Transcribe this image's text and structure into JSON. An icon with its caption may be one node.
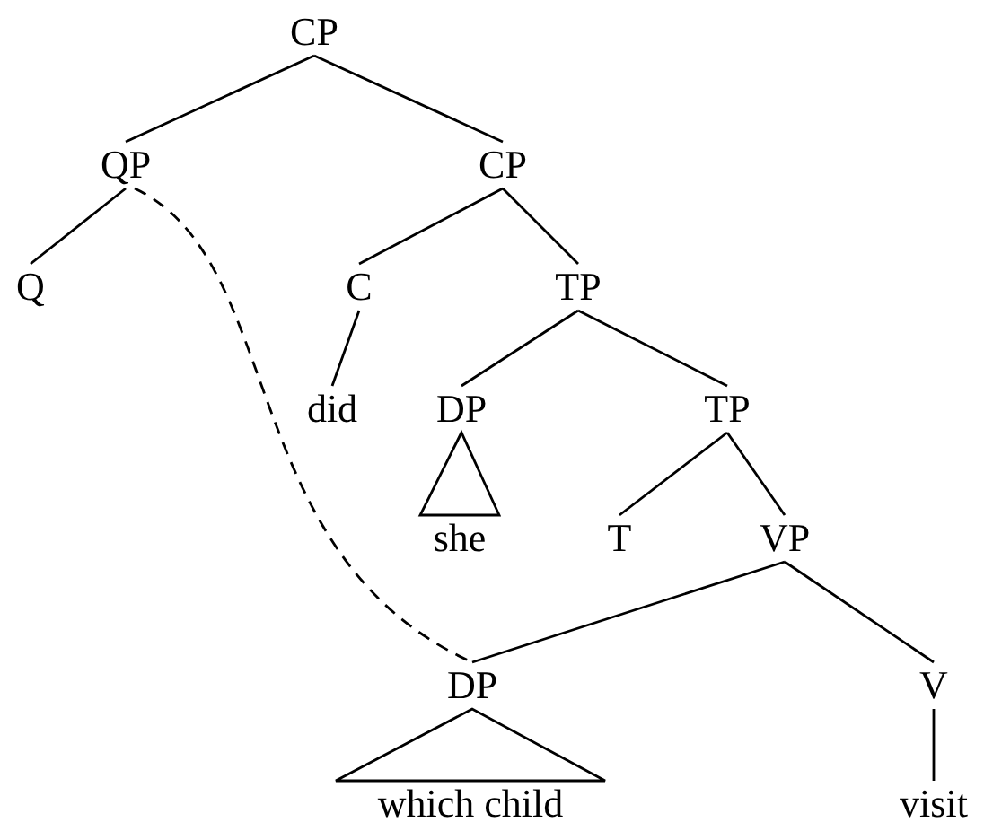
{
  "diagram": {
    "nodes": [
      {
        "text": [
          "CP"
        ]
      },
      {
        "text": [
          "QP"
        ]
      },
      {
        "text": [
          "CP"
        ]
      },
      {
        "text": [
          "Q"
        ]
      },
      {
        "text": [
          "C"
        ]
      },
      {
        "text": [
          "TP"
        ]
      },
      {
        "text": [
          "did"
        ]
      },
      {
        "text": [
          "DP"
        ]
      },
      {
        "text": [
          "TP"
        ]
      },
      {
        "text": [
          "she"
        ]
      },
      {
        "text": [
          "T"
        ]
      },
      {
        "text": [
          "VP"
        ]
      },
      {
        "text": [
          "DP"
        ]
      },
      {
        "text": [
          "V"
        ]
      },
      {
        "text": [
          "which child"
        ]
      },
      {
        "text": [
          "visit"
        ]
      }
    ],
    "edges": [
      {
        "from": 0,
        "to": 1,
        "arrow": "none"
      },
      {
        "from": 0,
        "to": 2,
        "arrow": "none"
      },
      {
        "from": 1,
        "to": 3,
        "arrow": "none"
      },
      {
        "from": 1,
        "to": 12,
        "arrow": "none",
        "style": "dashed"
      },
      {
        "from": 2,
        "to": 4,
        "arrow": "none"
      },
      {
        "from": 2,
        "to": 5,
        "arrow": "none"
      },
      {
        "from": 4,
        "to": 6,
        "arrow": "none"
      },
      {
        "from": 5,
        "to": 7,
        "arrow": "none"
      },
      {
        "from": 5,
        "to": 8,
        "arrow": "none"
      },
      {
        "from": 7,
        "to": 9,
        "arrow": "none"
      },
      {
        "from": 8,
        "to": 10,
        "arrow": "none"
      },
      {
        "from": 8,
        "to": 11,
        "arrow": "none"
      },
      {
        "from": 11,
        "to": 12,
        "arrow": "none"
      },
      {
        "from": 11,
        "to": 13,
        "arrow": "none"
      },
      {
        "from": 12,
        "to": 14,
        "arrow": "none"
      },
      {
        "from": 13,
        "to": 15,
        "arrow": "none"
      }
    ]
  }
}
